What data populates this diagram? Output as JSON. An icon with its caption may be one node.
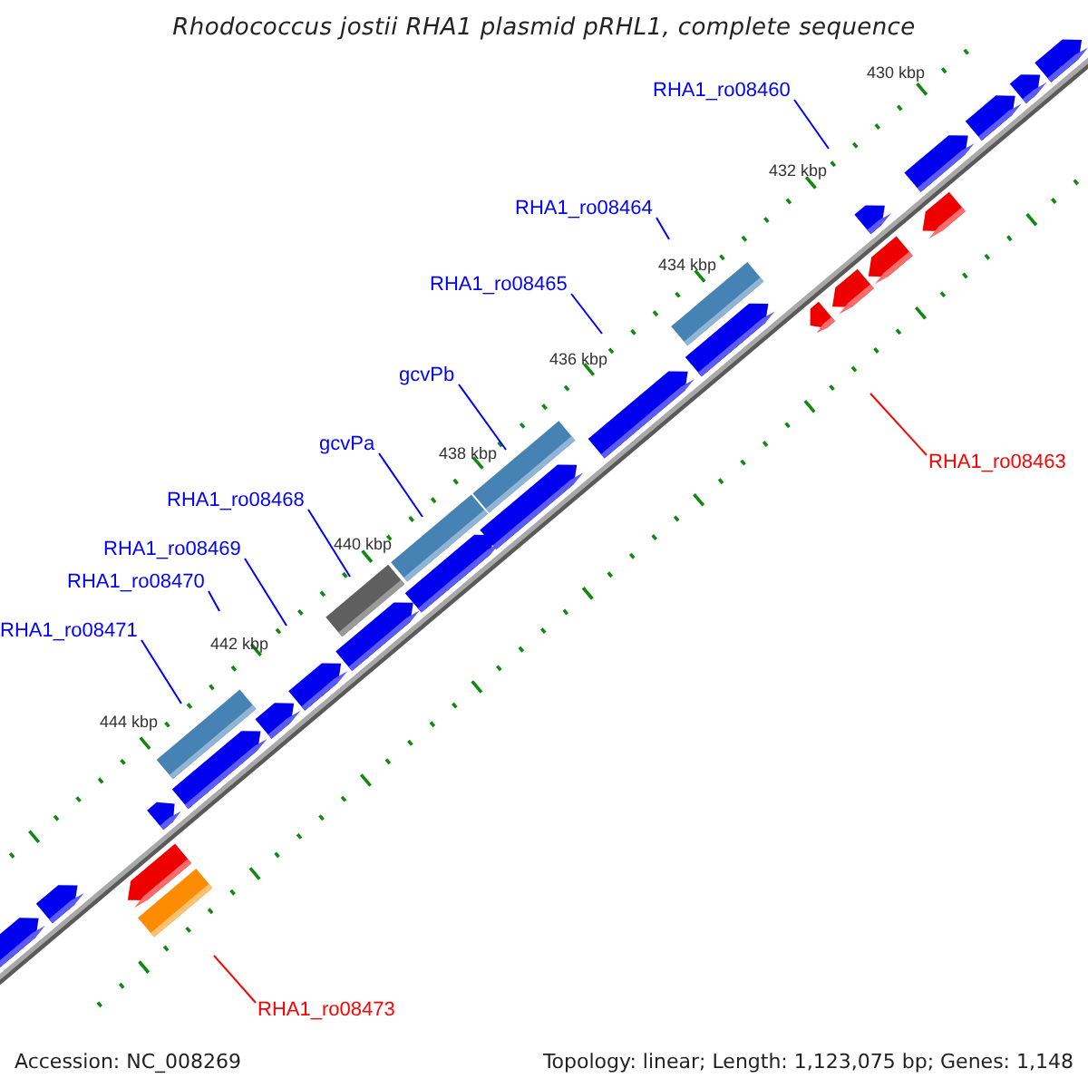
{
  "diagram": {
    "title": "Rhodococcus jostii RHA1 plasmid pRHL1, complete sequence",
    "nodes": [
      {
        "text": [
          "RHA1_ro08460"
        ]
      },
      {
        "text": [
          "RHA1_ro08464"
        ]
      },
      {
        "text": [
          "RHA1_ro08465"
        ]
      },
      {
        "text": [
          "gcvPb"
        ]
      },
      {
        "text": [
          "gcvPa"
        ]
      },
      {
        "text": [
          "RHA1_ro08468"
        ]
      },
      {
        "text": [
          "RHA1_ro08469"
        ]
      },
      {
        "text": [
          "RHA1_ro08470"
        ]
      },
      {
        "text": [
          "RHA1_ro08471"
        ]
      },
      {
        "text": [
          "RHA1_ro08463"
        ]
      },
      {
        "text": [
          "RHA1_ro08473"
        ]
      }
    ],
    "edges": [
      {
        "from": 0,
        "to": null,
        "arrow": "none"
      },
      {
        "from": 1,
        "to": null,
        "arrow": "none"
      },
      {
        "from": 2,
        "to": null,
        "arrow": "none"
      },
      {
        "from": 3,
        "to": null,
        "arrow": "none"
      },
      {
        "from": 4,
        "to": null,
        "arrow": "none"
      },
      {
        "from": 5,
        "to": null,
        "arrow": "none"
      },
      {
        "from": 6,
        "to": null,
        "arrow": "none"
      },
      {
        "from": 7,
        "to": null,
        "arrow": "none"
      },
      {
        "from": 8,
        "to": null,
        "arrow": "none"
      },
      {
        "from": 9,
        "to": null,
        "arrow": "none",
        "color": "#ff0000"
      },
      {
        "from": 10,
        "to": null,
        "arrow": "none",
        "color": "#ff0000"
      }
    ],
    "labels": [
      "430 kbp",
      "432 kbp",
      "434 kbp",
      "436 kbp",
      "438 kbp",
      "440 kbp",
      "442 kbp",
      "444 kbp",
      "Accession: NC_008269",
      "Topology: linear; Length: 1,123,075 bp; Genes: 1,148"
    ]
  }
}
